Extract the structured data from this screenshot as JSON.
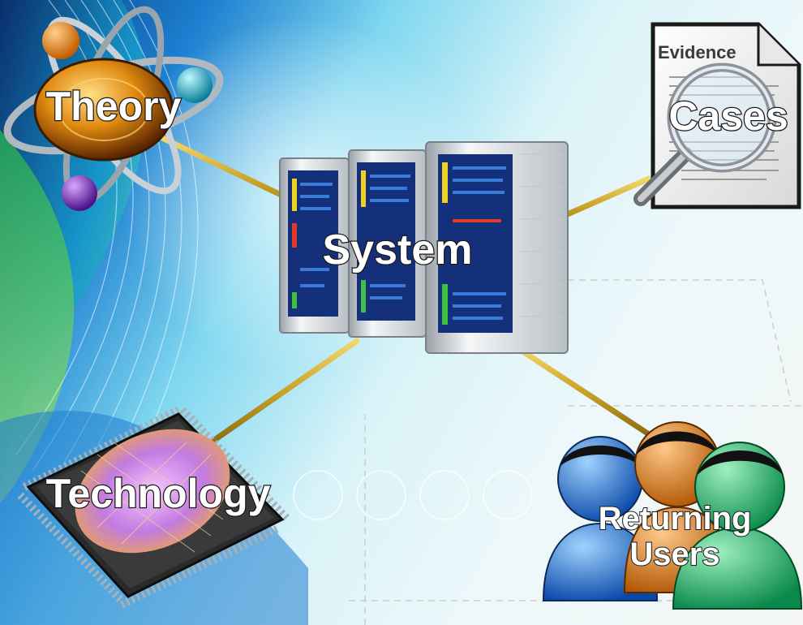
{
  "nodes": {
    "theory": {
      "label": "Theory"
    },
    "cases": {
      "label": "Cases",
      "document_title": "Evidence"
    },
    "system": {
      "label": "System"
    },
    "technology": {
      "label": "Technology"
    },
    "users": {
      "label_line1": "Returning",
      "label_line2": "Users"
    }
  },
  "colors": {
    "connector": "#c9a227",
    "server_screen": "#15307a",
    "chip_body": "#2a2a2a"
  }
}
